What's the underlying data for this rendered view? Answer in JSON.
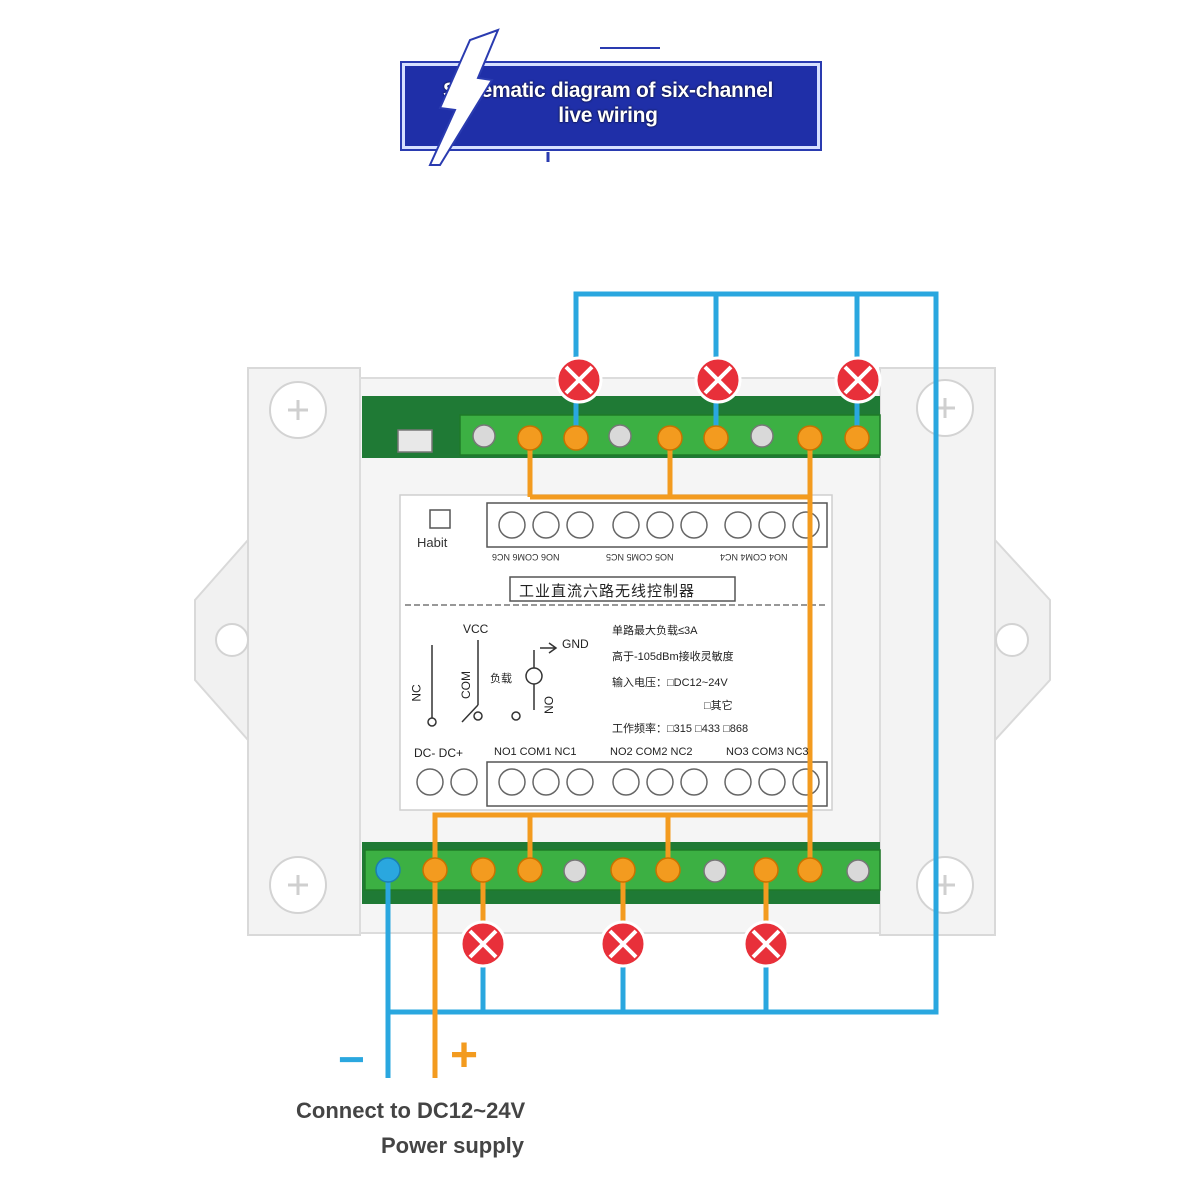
{
  "banner": {
    "title_line1": "Schematic diagram of six-channel",
    "title_line2": "live wiring"
  },
  "module": {
    "brand": "Habit",
    "product_name": "工业直流六路无线控制器",
    "top_terminal_labels": [
      "NO6 COM6 NC6",
      "NO5 COM5 NC5",
      "NO4 COM4 NC4"
    ],
    "bottom_terminal_labels": [
      "NO1 COM1 NC1",
      "NO2 COM2 NC2",
      "NO3 COM3 NC3"
    ],
    "power_label": "DC- DC+",
    "schematic_labels": {
      "vcc": "VCC",
      "gnd": "GND",
      "nc": "NC",
      "com": "COM",
      "no": "NO",
      "load": "负载"
    },
    "spec_lines": [
      "单路最大负载≤3A",
      "高于-105dBm接收灵敏度",
      "输入电压：□DC12~24V",
      "□其它",
      "工作频率：□315 □433 □868"
    ]
  },
  "legend": {
    "minus": "−",
    "plus": "+",
    "power_line1": "Connect to DC12~24V",
    "power_line2": "Power supply"
  },
  "colors": {
    "neutral_wire": "#2aa7df",
    "live_wire": "#f39b1f",
    "terminal_block": "#2ea836",
    "lamp": "#e8303a",
    "banner": "#1f2fa8"
  }
}
